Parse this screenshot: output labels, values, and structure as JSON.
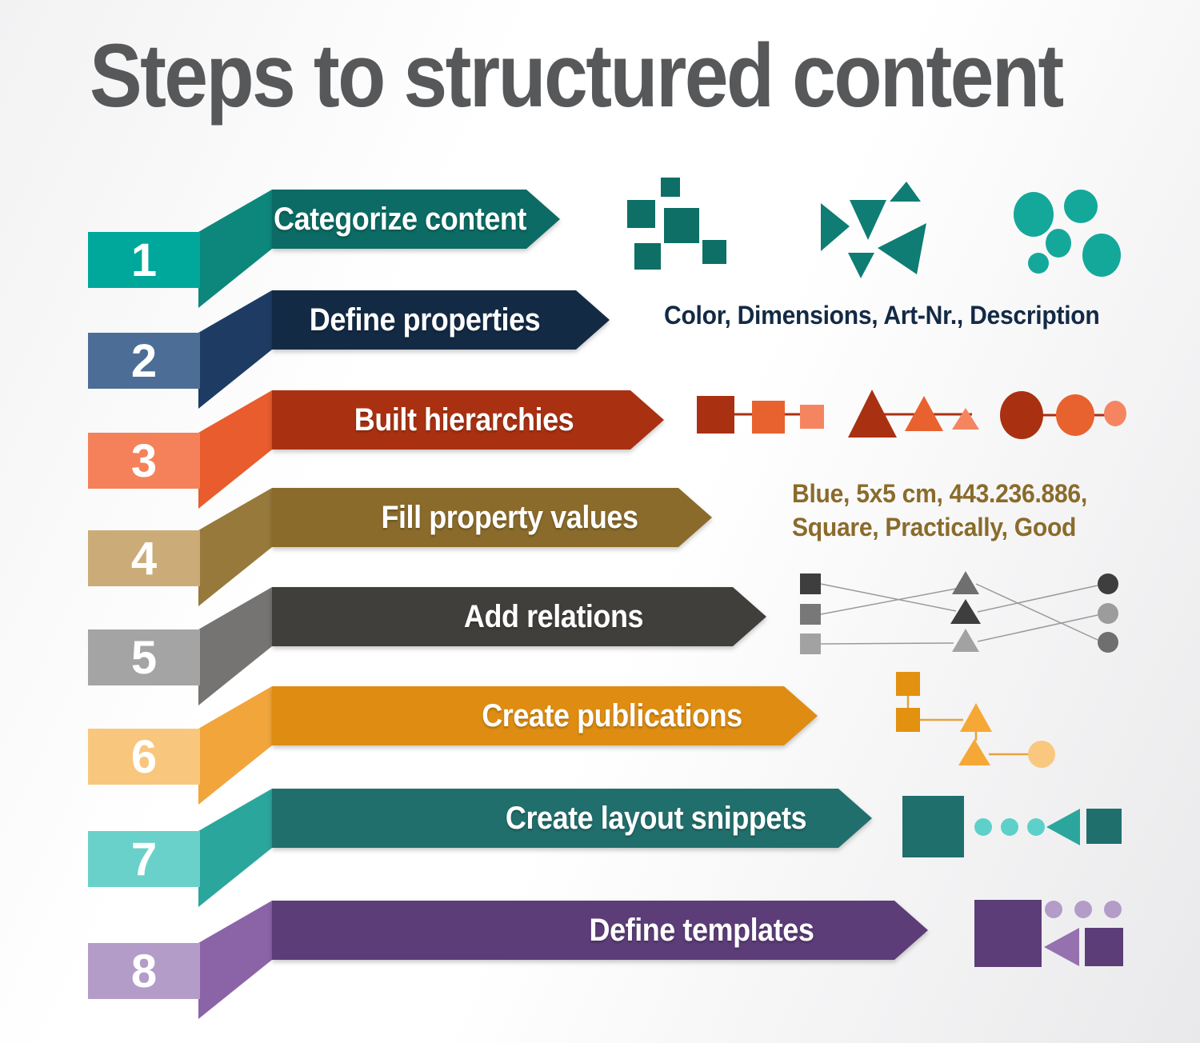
{
  "title": {
    "text": "Steps to structured content",
    "color": "#57585A"
  },
  "background": {
    "gradient_from": "#F2F2F3",
    "gradient_to": "#E9E9EB"
  },
  "steps": [
    {
      "number": "1",
      "label": "Categorize content",
      "colors": {
        "box": "#00A79B",
        "fold": "#0D877C",
        "banner": "#0C6B64"
      },
      "icons": [
        "teal-squares-cluster",
        "teal-triangles-cluster",
        "teal-circles-cluster"
      ],
      "icon_palette": [
        "#0D6F66",
        "#0F7D73",
        "#14A89B"
      ]
    },
    {
      "number": "2",
      "label": "Define properties",
      "colors": {
        "box": "#4C6E96",
        "fold": "#1E3C63",
        "banner": "#132A45"
      },
      "annotation": {
        "lines": [
          "Color, Dimensions, Art-Nr., Description"
        ],
        "color": "#132A45"
      }
    },
    {
      "number": "3",
      "label": "Built hierarchies",
      "colors": {
        "box": "#F5815A",
        "fold": "#E85C2D",
        "banner": "#A93112"
      },
      "icons": [
        "squares-size-hierarchy",
        "triangles-size-hierarchy",
        "circles-size-hierarchy"
      ],
      "icon_palette": [
        "#A93112",
        "#E8622F",
        "#F58560"
      ]
    },
    {
      "number": "4",
      "label": "Fill property values",
      "colors": {
        "box": "#CBAC79",
        "fold": "#97793B",
        "banner": "#8A6B2B"
      },
      "annotation": {
        "lines": [
          "Blue, 5x5 cm, 443.236.886,",
          "Square, Practically, Good"
        ],
        "color": "#8A6B2B"
      }
    },
    {
      "number": "5",
      "label": "Add relations",
      "colors": {
        "box": "#A4A4A4",
        "fold": "#767472",
        "banner": "#413F3C"
      },
      "icons": [
        "relations-network"
      ],
      "icon_palette": [
        "#3E3E3E",
        "#6F6F6F",
        "#A2A2A2"
      ]
    },
    {
      "number": "6",
      "label": "Create publications",
      "colors": {
        "box": "#F8C77D",
        "fold": "#F2A53B",
        "banner": "#DE8D12"
      },
      "icons": [
        "publication-tree"
      ],
      "icon_palette": [
        "#E29110",
        "#F6A836",
        "#F9C87E"
      ]
    },
    {
      "number": "7",
      "label": "Create layout snippets",
      "colors": {
        "box": "#69D1CA",
        "fold": "#2BA69C",
        "banner": "#216F6D"
      },
      "icons": [
        "layout-snippet-shapes"
      ],
      "icon_palette": [
        "#1F6F6D",
        "#2BA69C",
        "#5ED0CA"
      ]
    },
    {
      "number": "8",
      "label": "Define templates",
      "colors": {
        "box": "#B49CC9",
        "fold": "#8B64A7",
        "banner": "#5C3D78"
      },
      "icons": [
        "template-shapes"
      ],
      "icon_palette": [
        "#5C3D78",
        "#9572AF",
        "#B49CC9"
      ]
    }
  ]
}
